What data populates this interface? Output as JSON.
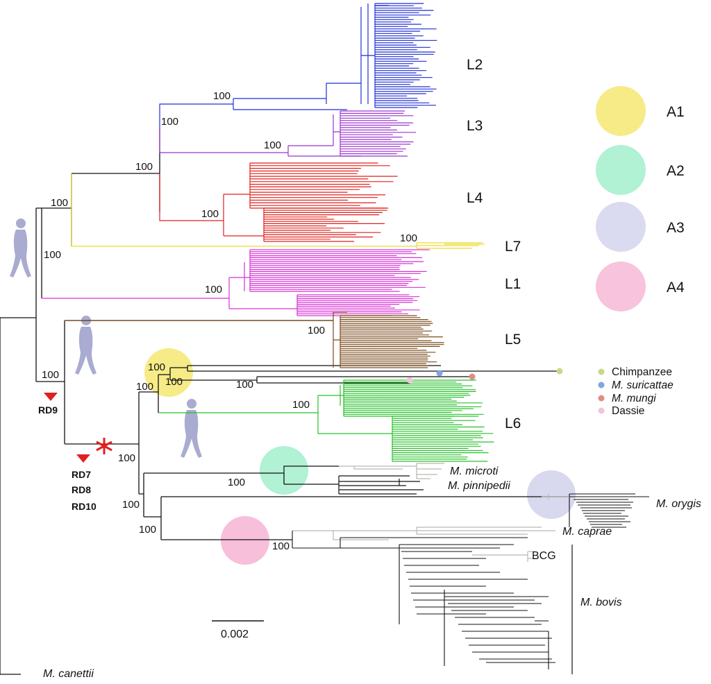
{
  "figure": {
    "lineages": [
      "L2",
      "L3",
      "L4",
      "L7",
      "L1",
      "L5",
      "L6"
    ],
    "clades": [
      "A1",
      "A2",
      "A3",
      "A4"
    ],
    "bootstrap_label": "100",
    "deletions": {
      "rd9": "RD9",
      "rd7": "RD7",
      "rd8": "RD8",
      "rd10": "RD10"
    },
    "taxa": {
      "microti": "M. microti",
      "pinnipedii": "M. pinnipedii",
      "orygis": "M. orygis",
      "caprae": "M. caprae",
      "bcg": "BCG",
      "bovis": "M. bovis",
      "canettii": "M. canettii"
    },
    "host_legend": [
      {
        "label": "Chimpanzee",
        "italic": false,
        "color": "#c5d98c"
      },
      {
        "label": "M. suricattae",
        "italic": true,
        "color": "#7fa6e0"
      },
      {
        "label": "M. mungi",
        "italic": true,
        "color": "#e28a8a"
      },
      {
        "label": "Dassie",
        "italic": false,
        "color": "#f0c4dc"
      }
    ],
    "scale_bar": "0.002",
    "colors": {
      "L2": "#1f2fd6",
      "L3": "#9b33d0",
      "L4": "#e0201c",
      "L7": "#eddc2a",
      "L1": "#d730d6",
      "L5": "#7a4a1a",
      "L6": "#27c02a",
      "animal": "#111111",
      "animal_grey": "#b8b8b0",
      "A1": "#f5e97a",
      "A2": "#a8efcf",
      "A3": "#d6d6ee",
      "A4": "#f7bcd8",
      "human_icon": "#a9acd0",
      "marker": "#e02020"
    }
  }
}
